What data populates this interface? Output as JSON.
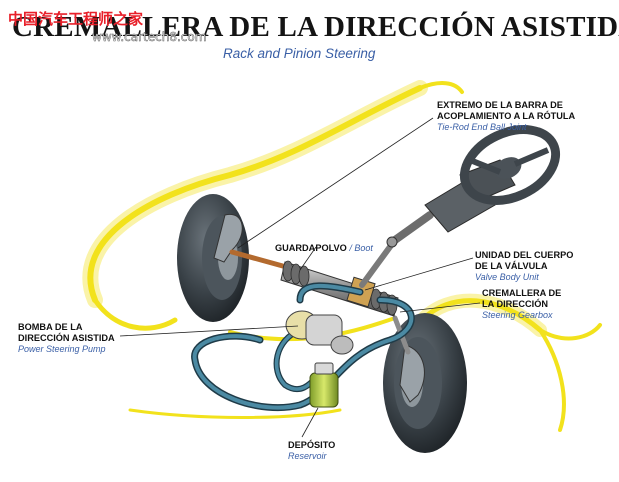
{
  "title": "CREMALLERA DE LA DIRECCIÓN ASISTIDA",
  "subtitle": "Rack and Pinion Steering",
  "watermark": {
    "chinese": "中国汽车工程师之家",
    "url": "www.cartech8.com"
  },
  "labels": {
    "tie_rod": {
      "es_line1": "EXTREMO DE LA BARRA DE",
      "es_line2": "ACOPLAMIENTO A LA RÓTULA",
      "en": "Tie-Rod End Ball Joint"
    },
    "boot": {
      "es": "GUARDAPOLVO",
      "sep": " / ",
      "en": "Boot"
    },
    "valve_body": {
      "es_line1": "UNIDAD DEL CUERPO",
      "es_line2": "DE LA VÁLVULA",
      "en": "Valve Body Unit"
    },
    "gearbox": {
      "es_line1": "CREMALLERA DE",
      "es_line2": "LA DIRECCIÓN",
      "en": "Steering Gearbox"
    },
    "pump": {
      "es_line1": "BOMBA DE LA",
      "es_line2": "DIRECCIÓN ASISTIDA",
      "en": "Power Steering Pump"
    },
    "reservoir": {
      "es": "DEPÓSITO",
      "en": "Reservoir"
    }
  },
  "colors": {
    "title": "#141414",
    "english_text": "#3a5fa6",
    "body_outline": "#f2e21c",
    "hose": "#3a6f86",
    "tire": "#2b3136",
    "watermark": "#e8202a"
  }
}
